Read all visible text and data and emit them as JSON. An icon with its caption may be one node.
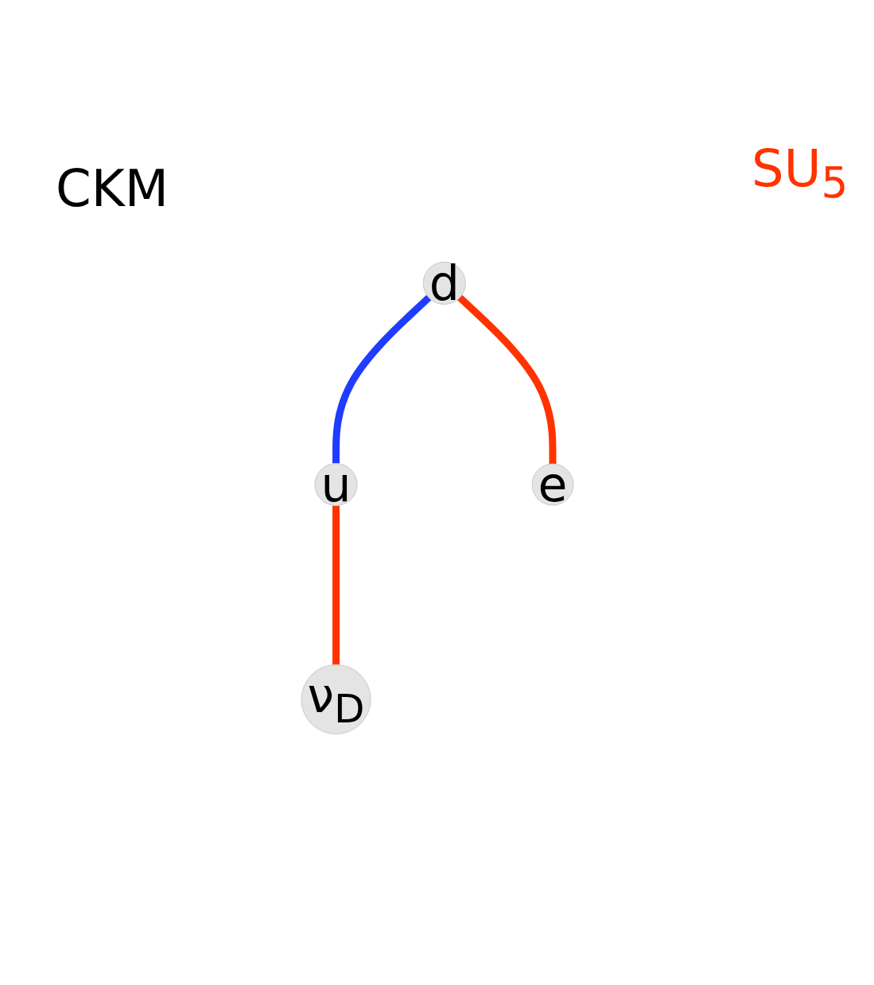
{
  "diagram": {
    "nodes": [
      {
        "text": [
          "d"
        ]
      },
      {
        "text": [
          "u"
        ]
      },
      {
        "text": [
          "e"
        ]
      },
      {
        "text": [
          "ν$_{D}$"
        ]
      }
    ],
    "edges": [
      {
        "from": 0,
        "to": 1,
        "arrow": "none",
        "color": "#1f3cff"
      },
      {
        "from": 0,
        "to": 2,
        "arrow": "none"
      },
      {
        "from": 1,
        "to": 3,
        "arrow": "none"
      }
    ],
    "labels": [
      "CKM",
      "SU$_{5}$"
    ]
  }
}
